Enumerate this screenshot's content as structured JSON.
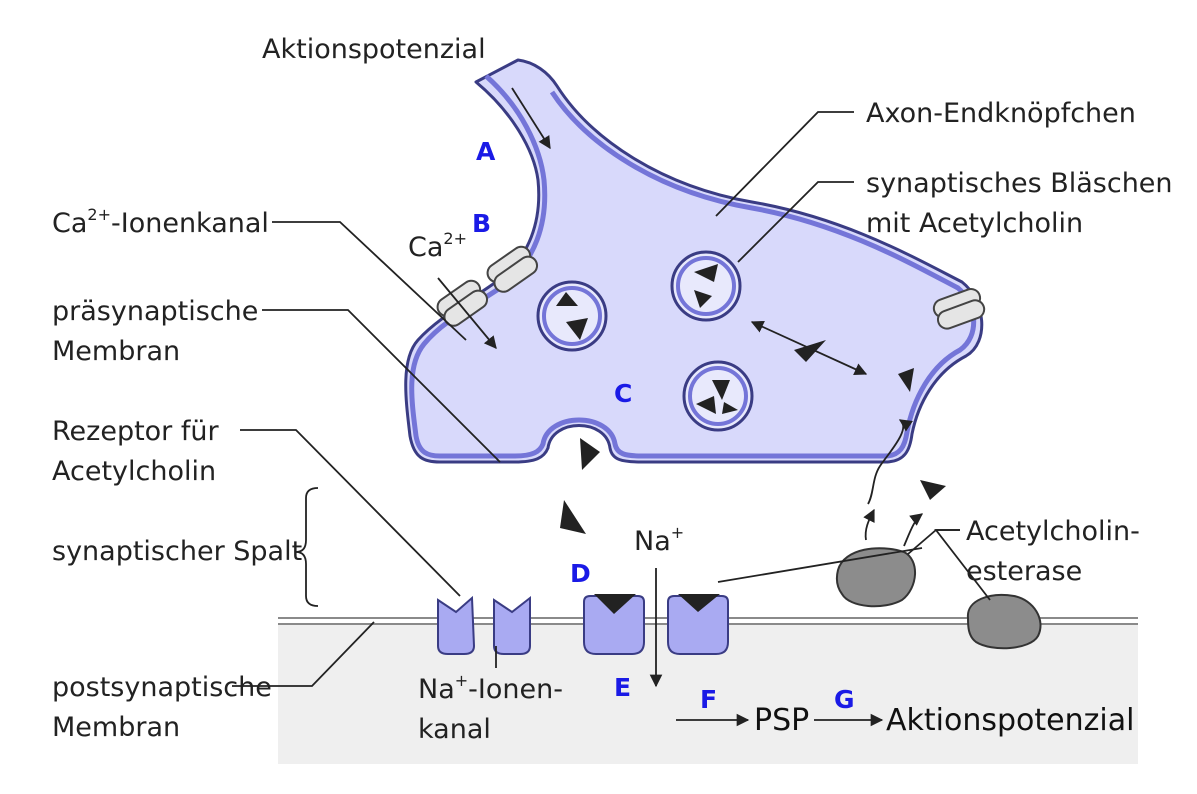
{
  "labels": {
    "aktionspotenzial_top": "Aktionspotenzial",
    "axon_endknoepfchen": "Axon-Endknöpfchen",
    "blaeschen_line1": "synaptisches Bläschen",
    "blaeschen_line2": "mit Acetylcholin",
    "ca_kanal_prefix": "Ca",
    "ca_kanal_sup": "2+",
    "ca_kanal_suffix": "-Ionenkanal",
    "ca_ion": "Ca",
    "ca_ion_sup": "2+",
    "praesyn_line1": "präsynaptische",
    "praesyn_line2": "Membran",
    "rezeptor_line1": "Rezeptor für",
    "rezeptor_line2": "Acetylcholin",
    "spalt": "synaptischer Spalt",
    "postsyn_line1": "postsynaptische",
    "postsyn_line2": "Membran",
    "na_kanal_line1_prefix": "Na",
    "na_kanal_line1_sup": "+",
    "na_kanal_line1_suffix": "-Ionen-",
    "na_kanal_line2": "kanal",
    "na_ion": "Na",
    "na_ion_sup": "+",
    "esterase_line1": "Acetylcholin-",
    "esterase_line2": "esterase",
    "psp": "PSP",
    "aktionspotenzial_bottom": "Aktionspotenzial"
  },
  "steps": [
    "A",
    "B",
    "C",
    "D",
    "E",
    "F",
    "G"
  ],
  "colors": {
    "terminal_fill": "#d8d9fb",
    "terminal_stroke": "#3a3c84",
    "membrane_blue": "#7475d8",
    "receptor_fill": "#a9aaf2",
    "postsyn_fill": "#efefef",
    "esterase_fill": "#8c8c8c",
    "step_letters": "#1a1ae6",
    "channel_fill": "#e5e5e5"
  }
}
